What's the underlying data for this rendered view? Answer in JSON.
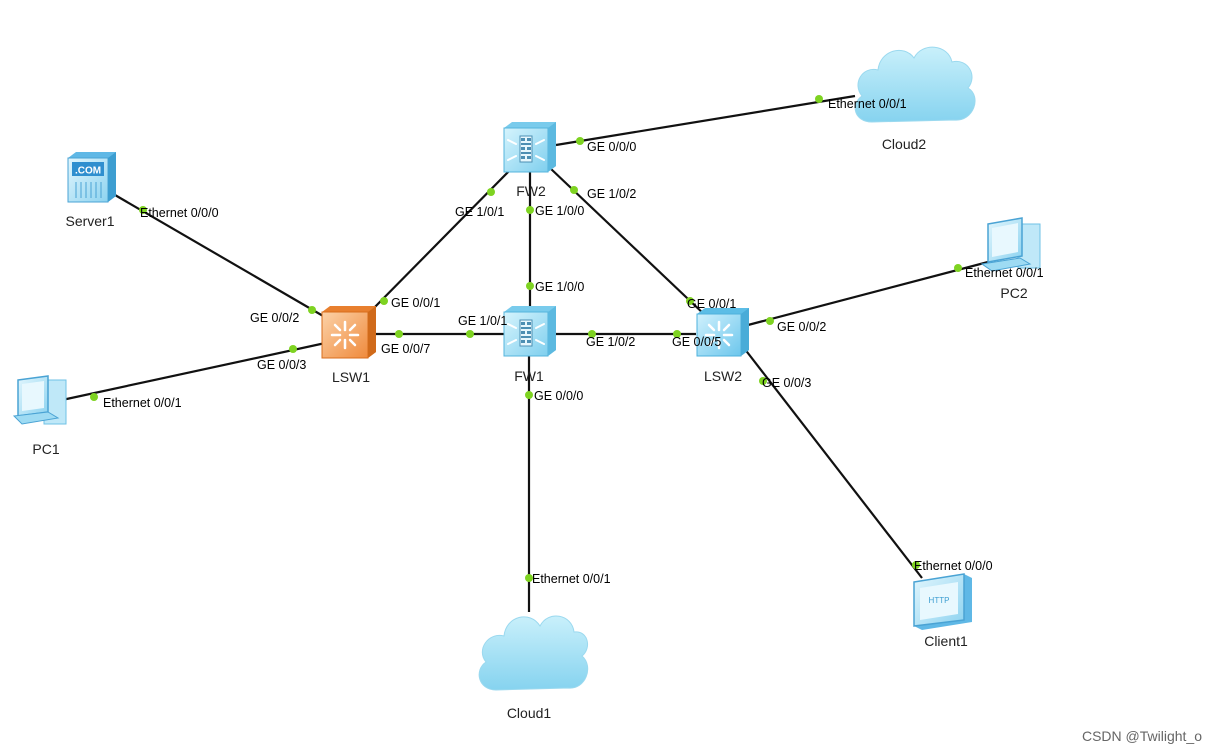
{
  "devices": {
    "server1": {
      "label": "Server1",
      "icon": "server-icon"
    },
    "pc1": {
      "label": "PC1",
      "icon": "pc-icon"
    },
    "lsw1": {
      "label": "LSW1",
      "icon": "switch-icon"
    },
    "fw2": {
      "label": "FW2",
      "icon": "firewall-icon"
    },
    "fw1": {
      "label": "FW1",
      "icon": "firewall-icon"
    },
    "lsw2": {
      "label": "LSW2",
      "icon": "switch-icon"
    },
    "cloud2": {
      "label": "Cloud2",
      "icon": "cloud-icon"
    },
    "pc2": {
      "label": "PC2",
      "icon": "pc-icon"
    },
    "cloud1": {
      "label": "Cloud1",
      "icon": "cloud-icon"
    },
    "client1": {
      "label": "Client1",
      "icon": "client-icon"
    }
  },
  "server_badge": ".COM",
  "client_badge": "HTTP",
  "ports": {
    "server1_eth": "Ethernet 0/0/0",
    "lsw1_ge002": "GE 0/0/2",
    "pc1_eth": "Ethernet 0/0/1",
    "lsw1_ge003": "GE 0/0/3",
    "lsw1_ge001": "GE 0/0/1",
    "fw2_ge101": "GE 1/0/1",
    "lsw1_ge007": "GE 0/0/7",
    "fw1_ge101": "GE 1/0/1",
    "fw2_ge000": "GE 0/0/0",
    "cloud2_eth": "Ethernet 0/0/1",
    "fw2_ge100": "GE 1/0/0",
    "fw1_ge100": "GE 1/0/0",
    "fw2_ge102": "GE 1/0/2",
    "lsw2_ge001": "GE 0/0/1",
    "fw1_ge102": "GE 1/0/2",
    "lsw2_ge005": "GE 0/0/5",
    "lsw2_ge002": "GE 0/0/2",
    "pc2_eth": "Ethernet 0/0/1",
    "lsw2_ge003": "GE 0/0/3",
    "client1_eth": "Ethernet 0/0/0",
    "fw1_ge000": "GE 0/0/0",
    "cloud1_eth": "Ethernet 0/0/1"
  },
  "colors": {
    "link": "#111111",
    "port_dot": "#7ed321",
    "firewall": "#a9e6f8",
    "switch_orange": "#f5a05a",
    "switch_blue": "#8ad6f4",
    "cloud": "#a6e3f5"
  },
  "watermark": "CSDN @Twilight_o"
}
